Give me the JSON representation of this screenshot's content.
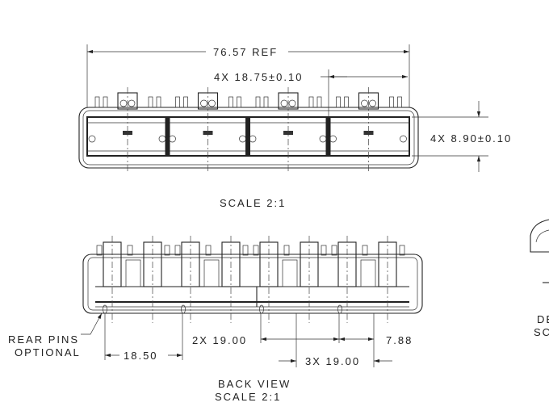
{
  "drawing": {
    "top_view": {
      "overall_dim": "76.57 REF",
      "pitch_dim": "4X 18.75±0.10",
      "height_dim": "4X 8.90±0.10",
      "scale_label": "SCALE  2:1",
      "port_count": 4
    },
    "back_view": {
      "note_line1": "REAR PINS",
      "note_line2": "OPTIONAL",
      "dim_edge": "18.50",
      "dim_pitch_2x": "2X 19.00",
      "dim_end": "7.88",
      "dim_pitch_3x": "3X 19.00",
      "title": "BACK VIEW",
      "scale_label": "SCALE  2:1"
    },
    "detail_view": {
      "title_partial": "DE",
      "scale_partial": "SC"
    },
    "line_color": "#222222"
  }
}
